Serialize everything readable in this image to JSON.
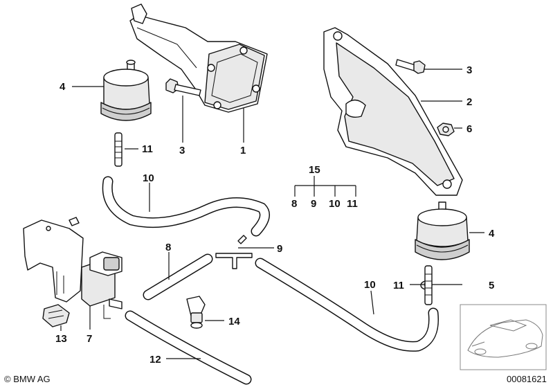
{
  "callouts": {
    "c1": "1",
    "c2": "2",
    "c3a": "3",
    "c3b": "3",
    "c4a": "4",
    "c4b": "4",
    "c5": "5",
    "c6": "6",
    "c7": "7",
    "c8": "8",
    "c9": "9",
    "c10a": "10",
    "c10b": "10",
    "c11a": "11",
    "c11b": "11",
    "c12": "12",
    "c13": "13",
    "c14": "14"
  },
  "group15": {
    "title": "15",
    "items": [
      "8",
      "9",
      "10",
      "11"
    ]
  },
  "footer": {
    "brand": "© BMW AG",
    "image_number": "00081621"
  }
}
